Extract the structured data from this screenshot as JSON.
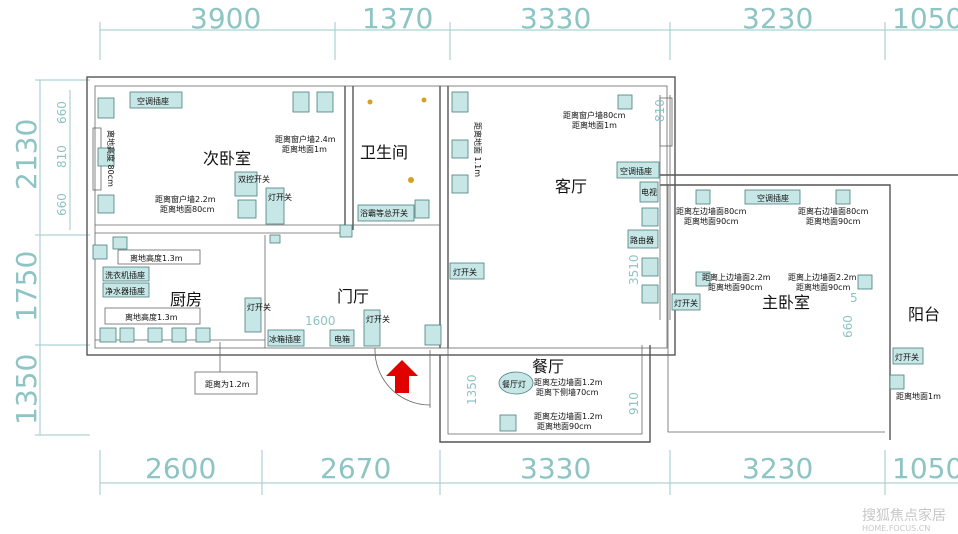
{
  "dimensions": {
    "top": [
      "3900",
      "1370",
      "3330",
      "3230",
      "1050"
    ],
    "bottom": [
      "2600",
      "2670",
      "3330",
      "3230",
      "1050"
    ],
    "left": [
      "2130",
      "1750",
      "1350"
    ],
    "left_small": [
      "660",
      "810",
      "660"
    ],
    "inner": [
      "1600",
      "3510",
      "1350",
      "910",
      "810",
      "660",
      "5"
    ]
  },
  "rooms": {
    "second_bedroom": "次卧室",
    "bathroom": "卫生间",
    "living_room": "客厅",
    "master_bedroom": "主卧室",
    "kitchen": "厨房",
    "foyer": "门厅",
    "dining": "餐厅",
    "balcony": "阳台"
  },
  "labels": {
    "ac_socket_1": "空调插座",
    "ac_socket_2": "空调插座",
    "ac_socket_3": "空调插座",
    "bed_wall_dist_a": "距离窗户墙2.4m",
    "bed_floor_dist_a": "距离地面1m",
    "window_height": "离地高度 80cm",
    "dual_switch": "双控开关",
    "light_switch_1": "灯开关",
    "light_switch_2": "灯开关",
    "light_switch_3": "灯开关",
    "light_switch_4": "灯开关",
    "light_switch_5": "灯开关",
    "light_switch_6": "灯开关",
    "bed_wall_dist_b": "距离窗户墙2.2m",
    "bed_floor_dist_b": "距离地面80cm",
    "bath_heater": "浴霸等总开关",
    "living_floor_dist": "距离地面 1.1m",
    "living_win_dist": "距离窗户墙80cm",
    "living_floor_dist2": "距离地面1m",
    "tv": "电视",
    "router": "路由器",
    "left_wall_80": "距离左边墙面80cm",
    "floor_90_a": "距离地面90cm",
    "right_wall_80": "距离右边墙面80cm",
    "floor_90_b": "距离地面90cm",
    "left_wall_22": "距离上边墙面2.2m",
    "floor_90_c": "距离地面90cm",
    "top_wall_22": "距离上边墙面2.2m",
    "floor_90_d": "距离地面90cm",
    "height_13_a": "离地高度1.3m",
    "washer": "洗衣机插座",
    "purifier": "净水器插座",
    "height_13_b": "离地高度1.3m",
    "fridge_socket": "冰箱插座",
    "fridge": "电箱",
    "dist_12": "距离为1.2m",
    "dining_light": "餐厅灯",
    "dining_left_12": "距离左边墙面1.2m",
    "dining_ceiling_70": "距离下侧墙70cm",
    "dining_left_12b": "距离左边墙面1.2m",
    "dining_floor_90": "距离地面90cm",
    "balcony_floor_1m": "距离地面1m"
  },
  "watermark": "搜狐焦点家居",
  "watermark_url": "HOME.FOCUS.CN",
  "colors": {
    "dimension": "#8ec4c4",
    "fixture": "#c7e6e6",
    "door_arrow": "#e00000"
  }
}
